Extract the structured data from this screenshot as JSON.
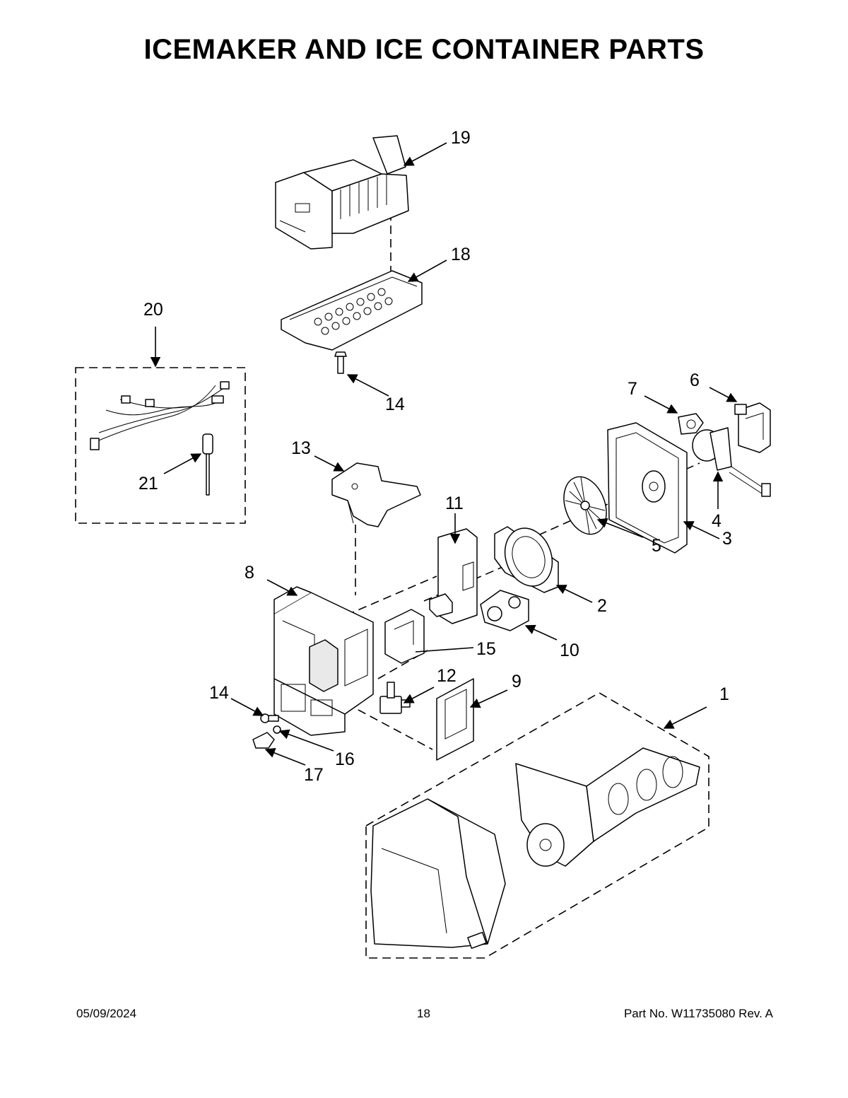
{
  "page": {
    "title": "ICEMAKER AND ICE CONTAINER PARTS",
    "footer": {
      "date": "05/09/2024",
      "page_number": "18",
      "part_number": "Part No.  W11735080  Rev.  A"
    }
  },
  "callouts": {
    "c1": "1",
    "c2": "2",
    "c3": "3",
    "c4": "4",
    "c5": "5",
    "c6": "6",
    "c7": "7",
    "c8": "8",
    "c9": "9",
    "c10": "10",
    "c11": "11",
    "c12": "12",
    "c13": "13",
    "c14a": "14",
    "c14b": "14",
    "c15": "15",
    "c16": "16",
    "c17": "17",
    "c18": "18",
    "c19": "19",
    "c20": "20",
    "c21": "21"
  }
}
